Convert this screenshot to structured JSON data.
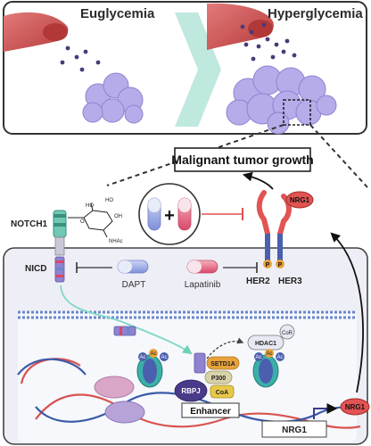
{
  "top_panel": {
    "left_label": "Euglycemia",
    "right_label": "Hyperglycemia"
  },
  "outcome": {
    "label": "Malignant tumor growth"
  },
  "receptors": {
    "notch1": "NOTCH1",
    "nicd": "NICD",
    "her2": "HER2",
    "her3": "HER3",
    "nrg1_ligand": "NRG1",
    "nrg1_secreted": "NRG1",
    "p_site": "P"
  },
  "sugar": {
    "ho1": "HO",
    "oh1": "OH",
    "ho2": "HO",
    "nhac": "NHAc",
    "o": "O"
  },
  "drugs": {
    "dapt": "DAPT",
    "lapatinib": "Lapatinib",
    "plus": "+"
  },
  "nucleus": {
    "hdac1": "HDAC1",
    "cor": "CoR",
    "setd1a": "SETD1A",
    "p300": "P300",
    "coa": "CoA",
    "rbpj": "RBPJ",
    "enhancer": "Enhancer",
    "gene": "NRG1",
    "ac": "Ac"
  },
  "colors": {
    "vessel_red": "#c94a4a",
    "glucose_dot": "#4a3a7a",
    "tumor_purple": "#b7acea",
    "chevron_teal": "#bfe8df",
    "teal_arrow": "#7fd8c4",
    "inhibit_red": "#e0514f",
    "cell_bg": "#eeeef6",
    "nucleus_bg": "#f6f8fc",
    "dna_red": "#d9534f",
    "dna_blue": "#3b5aa8"
  },
  "icons": [
    "blood-vessel-icon",
    "tumor-cells-icon",
    "magnifier-box-icon",
    "pill-icon",
    "glycan-structure-icon",
    "nucleosome-icon",
    "dna-helix-icon"
  ]
}
